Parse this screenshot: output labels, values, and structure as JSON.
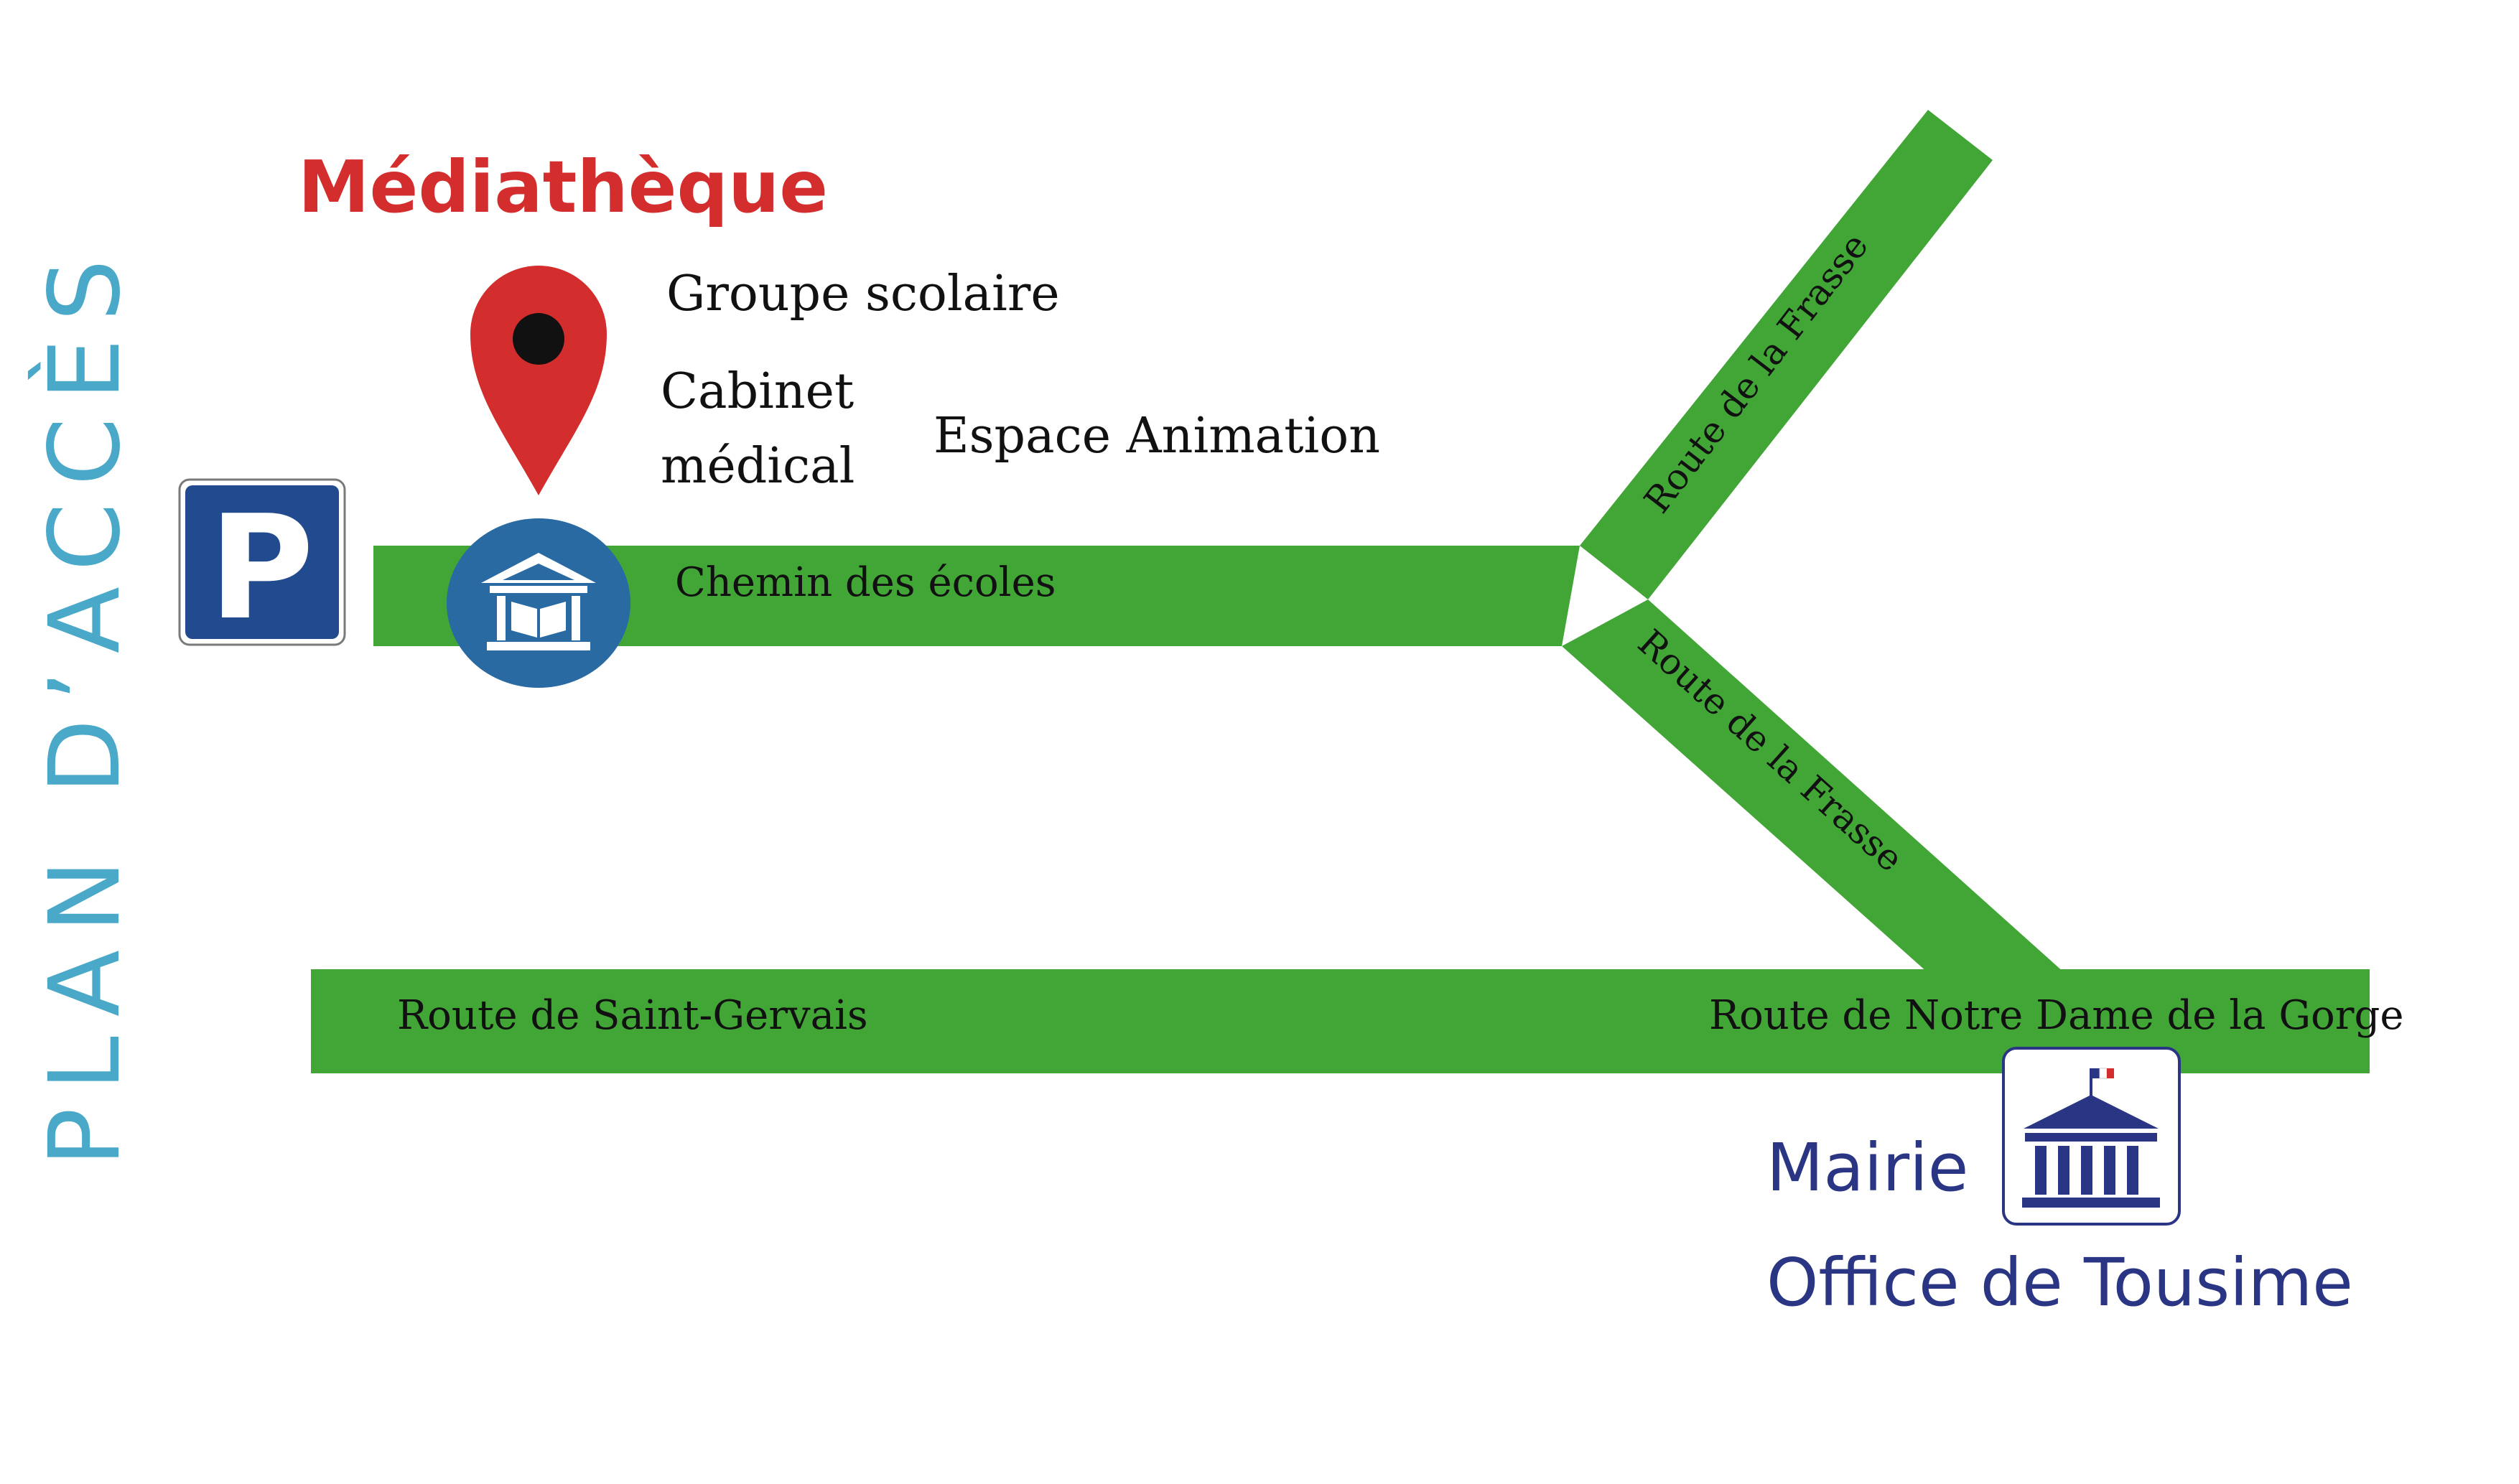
{
  "title": "PLAN D’ACCÈS",
  "poi": {
    "mediatheque": "Médiathèque",
    "groupe_scolaire": "Groupe scolaire",
    "cabinet_line1": "Cabinet",
    "cabinet_line2": "médical",
    "espace_animation": "Espace Animation",
    "mairie": "Mairie",
    "office": "Office de Tousime",
    "parking_letter": "P"
  },
  "roads": {
    "chemin": "Chemin des écoles",
    "frasse_upper": "Route de la Frasse",
    "frasse_lower": "Route de la Frasse",
    "saint_gervais": "Route de Saint-Gervais",
    "notre_dame": "Route de Notre Dame de la Gorge"
  },
  "icons": {
    "location_pin": "map-pin-icon",
    "library": "library-icon",
    "town_hall": "town-hall-icon",
    "parking": "parking-icon"
  },
  "colors": {
    "road": "#42a637",
    "title": "#4aa8c8",
    "mediatheque": "#d32d2d",
    "mairie": "#2a3584",
    "pin": "#d32d2d",
    "library_bg": "#2a6aa3",
    "parking_bg": "#224b8f",
    "town_hall": "#2a3584"
  }
}
